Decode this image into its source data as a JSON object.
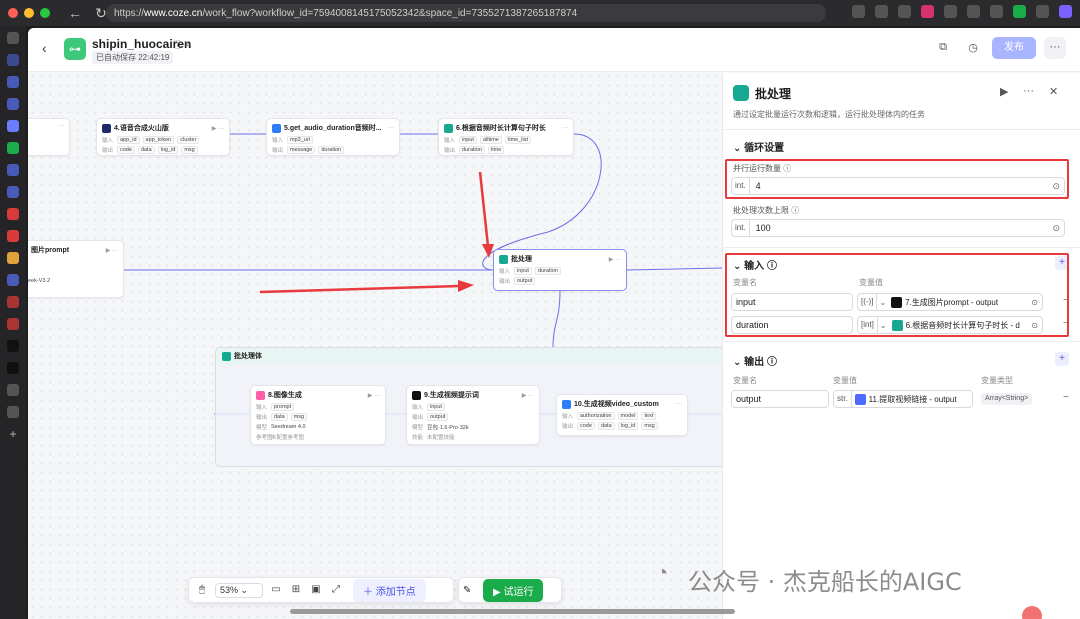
{
  "browser": {
    "url_prefix": "https://",
    "url_domain": "www.coze.cn",
    "url_path": "/work_flow?workflow_id=7594008145175052342&space_id=7355271387265187874"
  },
  "header": {
    "title": "shipin_huocairen",
    "saved_text": "已自动保存 22:42:19",
    "publish_label": "发布",
    "more_label": "···"
  },
  "nodes": {
    "n4": {
      "title": "4.语音合成火山版",
      "inputs_label": "输入",
      "in_tags": [
        "app_id",
        "app_token",
        "cluster"
      ],
      "outputs_label": "输出",
      "out_tags": [
        "code",
        "data",
        "log_id",
        "msg"
      ]
    },
    "n5": {
      "title": "5.get_audio_duration音频时...",
      "inputs_label": "输入",
      "in_tags": [
        "mp3_url"
      ],
      "outputs_label": "输出",
      "out_tags": [
        "message",
        "duration"
      ]
    },
    "n6": {
      "title": "6.根据音频时长计算句子时长",
      "inputs_label": "输入",
      "in_tags": [
        "input",
        "alltime",
        "time_list"
      ],
      "outputs_label": "输出",
      "out_tags": [
        "duration",
        "time"
      ]
    },
    "n7": {
      "title": "图片prompt",
      "line1": "eek-V3.2"
    },
    "batch": {
      "title": "批处理",
      "inputs_label": "输入",
      "in_tags": [
        "input",
        "duration"
      ],
      "outputs_label": "输出",
      "out_tags": [
        "output"
      ]
    },
    "batch_body": {
      "title": "批处理体"
    },
    "n8": {
      "title": "8.图像生成",
      "inputs_label": "输入",
      "in_tags": [
        "prompt"
      ],
      "outputs_label": "输出",
      "out_tags": [
        "data",
        "msg"
      ],
      "model_label": "模型",
      "model": "Seedream 4.0",
      "ref_label": "参考图",
      "ref_value": "未配置参考图"
    },
    "n9": {
      "title": "9.生成视频提示词",
      "inputs_label": "输入",
      "in_tags": [
        "input"
      ],
      "outputs_label": "输出",
      "out_tags": [
        "output"
      ],
      "model_label": "模型",
      "model": "豆包·1.6·Pro·32k",
      "skill_label": "技能",
      "skill_value": "未配置技能"
    },
    "n10": {
      "title": "10.生成视频video_custom",
      "inputs_label": "输入",
      "in_tags": [
        "authorization",
        "model",
        "text"
      ],
      "outputs_label": "输出",
      "out_tags": [
        "code",
        "data",
        "log_id",
        "msg"
      ]
    }
  },
  "toolbar": {
    "zoom": "53%",
    "add_node_label": "添加节点",
    "run_label": "试运行"
  },
  "panel": {
    "title": "批处理",
    "description": "通过设定批量运行次数和逻辑，运行批处理体内的任务",
    "loop_section": "循环设置",
    "concurrency_label": "并行运行数量",
    "concurrency_type": "int.",
    "concurrency_value": "4",
    "max_label": "批处理次数上限",
    "max_type": "int.",
    "max_value": "100",
    "input_section": "输入",
    "col_name": "变量名",
    "col_value": "变量值",
    "inputs": [
      {
        "name": "input",
        "type": "[(-)]",
        "ref": "7.生成图片prompt - output",
        "ref_color": "#111111"
      },
      {
        "name": "duration",
        "type": "[int]",
        "ref": "6.根据音频时长计算句子时长 - d",
        "ref_color": "#16a891"
      }
    ],
    "output_section": "输出",
    "col_type": "变量类型",
    "outputs": [
      {
        "name": "output",
        "type": "str.",
        "ref": "11.提取视频链接 - output",
        "var_type": "Array<String>",
        "ref_color": "#4d6bfe"
      }
    ]
  },
  "watermark": "公众号 · 杰克船长的AIGC",
  "colors": {
    "accent": "#4d53e8",
    "highlight": "#e8393c",
    "run": "#1aab4a",
    "batch": "#16a891"
  }
}
